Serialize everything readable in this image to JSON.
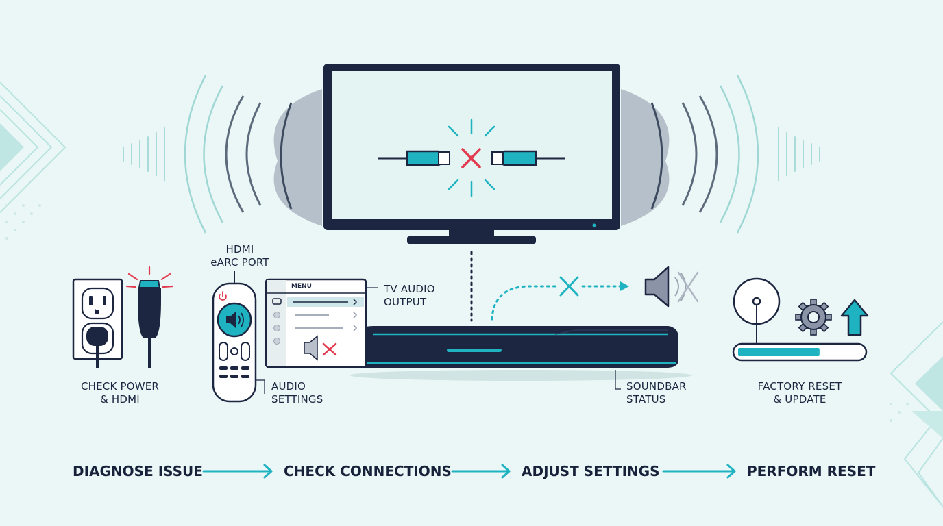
{
  "colors": {
    "navy": "#1c2640",
    "teal": "#1fb3c2",
    "red": "#e23a4e",
    "background": "#eaf7f6",
    "screen": "#e3f4f2"
  },
  "icons": [
    "tv-icon",
    "broken-hdmi-icon",
    "sound-wave-icon",
    "power-outlet-icon",
    "hdmi-plug-icon",
    "remote-control-icon",
    "volume-icon",
    "menu-panel-icon",
    "mute-speaker-icon",
    "soundbar-icon",
    "disc-icon",
    "gear-icon",
    "upload-arrow-icon",
    "progress-bar-icon",
    "arrow-right-icon"
  ],
  "labels": {
    "hdmi_earc_line1": "HDMI",
    "hdmi_earc_line2": "eARC PORT",
    "tv_audio_line1": "TV AUDIO",
    "tv_audio_line2": "OUTPUT",
    "check_power_line1": "CHECK POWER",
    "check_power_line2": "& HDMI",
    "audio_settings_line1": "AUDIO",
    "audio_settings_line2": "SETTINGS",
    "soundbar_status_line1": "SOUNDBAR",
    "soundbar_status_line2": "STATUS",
    "factory_reset_line1": "FACTORY RESET",
    "factory_reset_line2": "& UPDATE"
  },
  "menu": {
    "title": "MENU",
    "rows": 4
  },
  "firmware_progress": 0.66,
  "steps": [
    "DIAGNOSE ISSUE",
    "CHECK CONNECTIONS",
    "ADJUST SETTINGS",
    "PERFORM RESET"
  ]
}
